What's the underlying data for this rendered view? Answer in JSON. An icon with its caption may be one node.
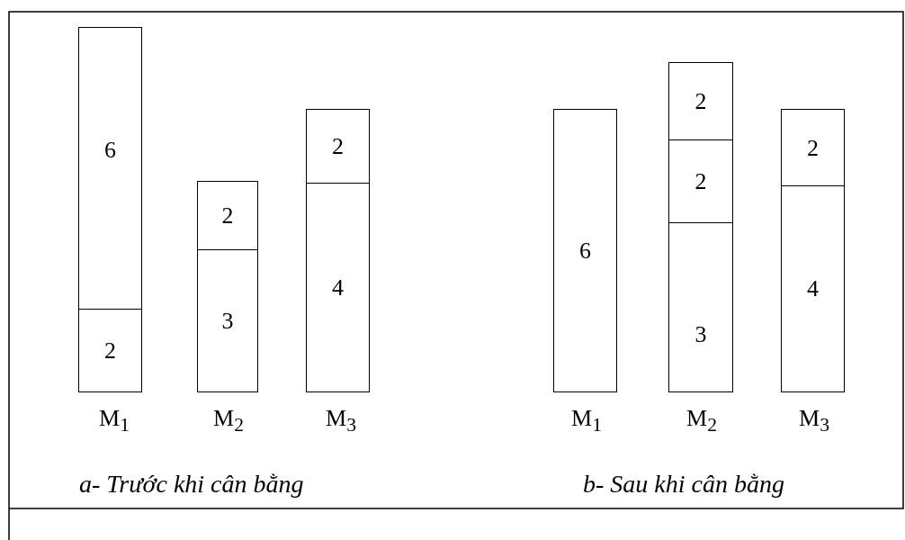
{
  "diagram": {
    "nodes": [
      {
        "text": [
          "6"
        ]
      },
      {
        "text": [
          "2"
        ]
      },
      {
        "text": [
          "2"
        ]
      },
      {
        "text": [
          "3"
        ]
      },
      {
        "text": [
          "2"
        ]
      },
      {
        "text": [
          "4"
        ]
      },
      {
        "text": [
          "6"
        ]
      },
      {
        "text": [
          "2"
        ]
      },
      {
        "text": [
          "2"
        ]
      },
      {
        "text": [
          "3"
        ]
      },
      {
        "text": [
          "2"
        ]
      },
      {
        "text": [
          "4"
        ]
      }
    ],
    "edges": [],
    "labels": [
      "M$_{1}$",
      "M$_{2}$",
      "M$_{3}$",
      "M$_{1}$",
      "M$_{2}$",
      "M$_{3}$",
      "a- Trước khi cân bằng",
      "b- Sau khi cân bằng"
    ]
  }
}
